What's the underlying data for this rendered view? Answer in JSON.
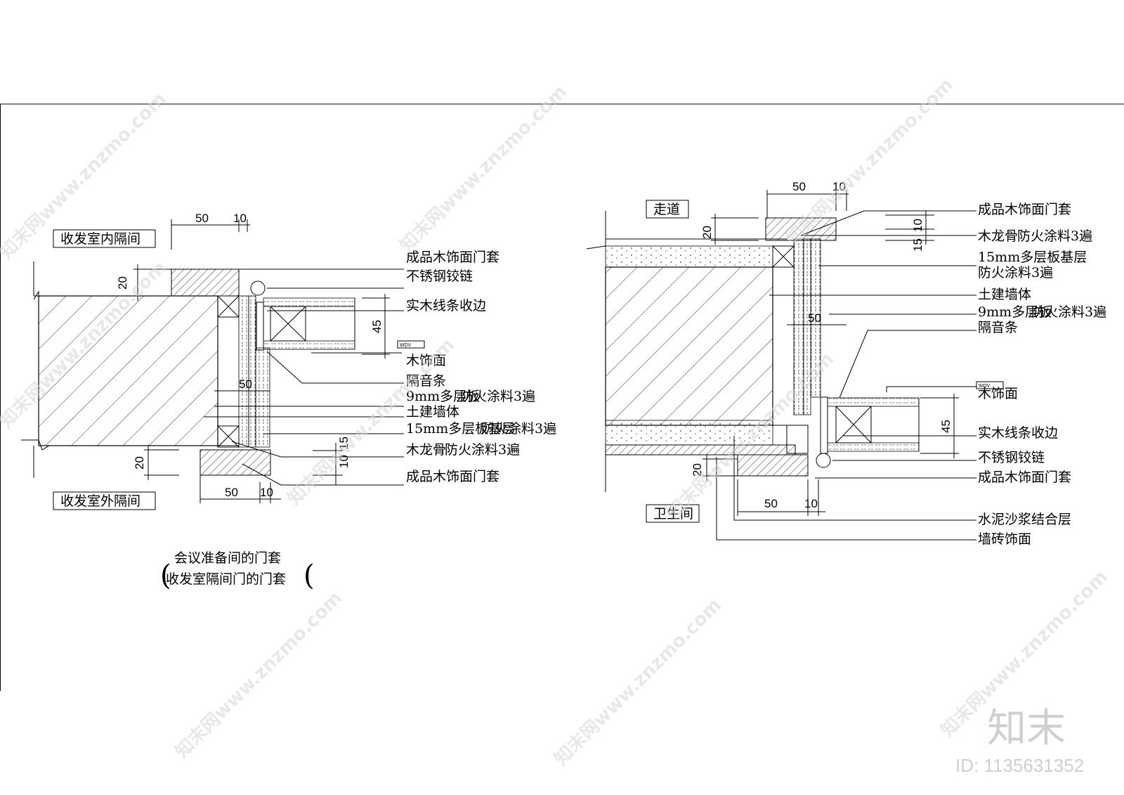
{
  "left": {
    "room_top": "收发室内隔间",
    "room_bottom": "收发室外隔间",
    "dims": {
      "d50_top": "50",
      "d10_top": "10",
      "d20_top": "20",
      "d45": "45",
      "d50_mid": "50",
      "d15": "15",
      "d10_small": "10",
      "d20_bot": "20",
      "d50_bot": "50",
      "d10_bot": "10"
    },
    "labels": [
      "成品木饰面门套",
      "不锈钢铰链",
      "实木线条收边",
      "木饰面",
      "隔音条",
      "9mm多层板",
      "防火涂料3遍",
      "土建墙体",
      "15mm多层板基层",
      "防火涂料3遍",
      "木龙骨",
      "防火涂料3遍",
      "成品木饰面门套"
    ],
    "tag": "WDV",
    "caption1": "会议准备间的门套",
    "caption2": "收发室隔间门的门套",
    "paren_left": "(",
    "paren_right": "("
  },
  "right": {
    "room_top": "走道",
    "room_bottom": "卫生间",
    "dims": {
      "d50_top": "50",
      "d10_top": "10",
      "d20_top": "20",
      "d15": "15",
      "d10": "10",
      "d50_mid": "50",
      "d45": "45",
      "d20_bot": "20",
      "d50_bot": "50",
      "d10_bot": "10"
    },
    "labels": [
      "成品木饰面门套",
      "木龙骨",
      "防火涂料3遍",
      "15mm多层板基层",
      "防火涂料3遍",
      "土建墙体",
      "9mm多层板",
      "防火涂料3遍",
      "隔音条",
      "木饰面",
      "实木线条收边",
      "不锈钢铰链",
      "成品木饰面门套",
      "水泥沙浆结合层",
      "墙砖饰面"
    ],
    "tag": "WDV"
  },
  "watermark": {
    "text": "知末网www.znzmo.com",
    "brand": "知末",
    "id": "ID: 1135631352"
  }
}
